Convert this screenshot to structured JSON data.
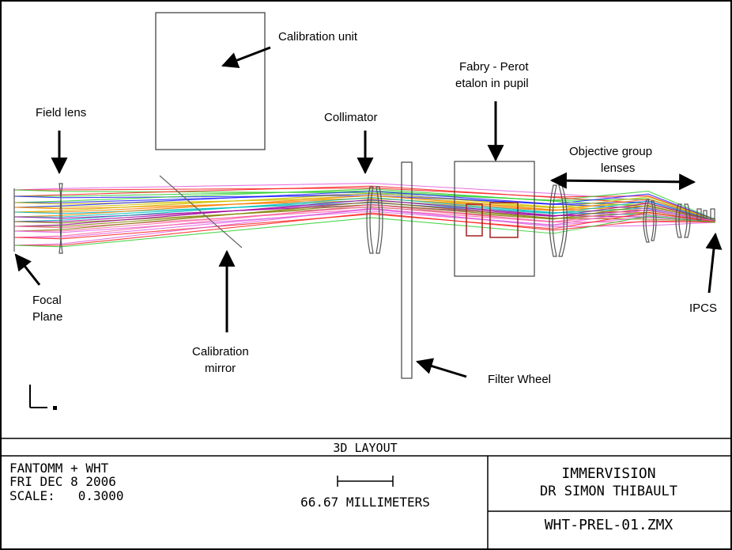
{
  "labels": {
    "calibration_unit": "Calibration unit",
    "field_lens": "Field lens",
    "collimator": "Collimator",
    "fabry_perot_line1": "Fabry - Perot",
    "fabry_perot_line2": "etalon in pupil",
    "objective_group_line1": "Objective group",
    "objective_group_line2": "lenses",
    "focal_plane_line1": "Focal",
    "focal_plane_line2": "Plane",
    "calibration_mirror_line1": "Calibration",
    "calibration_mirror_line2": "mirror",
    "filter_wheel": "Filter Wheel",
    "ipcs": "IPCS"
  },
  "title_block": {
    "layout_title": "3D LAYOUT",
    "line1": "FANTOMM + WHT",
    "line2": "FRI DEC 8 2006",
    "line3": "SCALE:   0.3000",
    "scale_bar_label": "66.67 MILLIMETERS",
    "company": "IMMERVISION",
    "author": "DR SIMON THIBAULT",
    "filename": "WHT-PREL-01.ZMX"
  },
  "ray_colors": [
    "#e060e0",
    "#ff2020",
    "#30d030",
    "#2020ff",
    "#d0c000",
    "#ff8000",
    "#00c0c0",
    "#a000a0",
    "#808000",
    "#ff60a0"
  ]
}
